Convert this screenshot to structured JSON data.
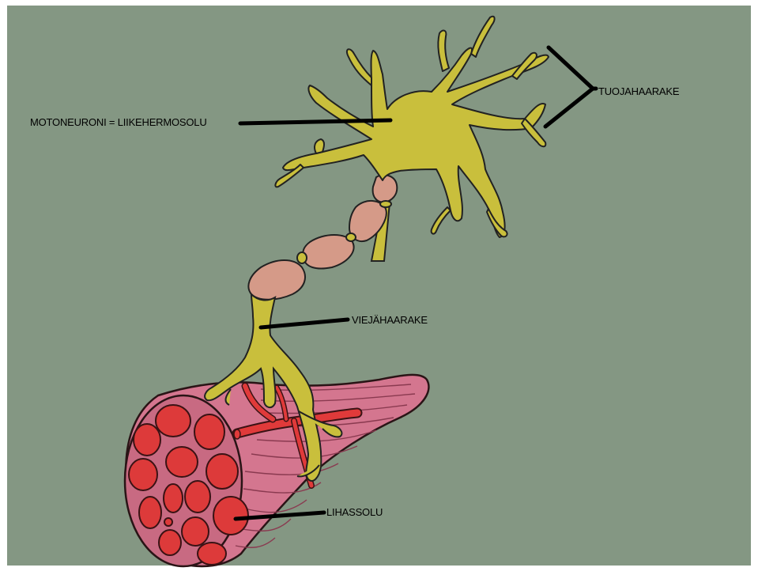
{
  "labels": {
    "motoneuron": "MOTONEURONI = LIIKEHERMOSOLU",
    "dendrites": "TUOJAHAARAKE",
    "axon": "VIEJÄHAARAKE",
    "muscle_cell": "LIHASSOLU"
  },
  "colors": {
    "background": "#849783",
    "neuron": "#c9bf3c",
    "myelin": "#d59a88",
    "muscle": "#d4768f",
    "muscle_fiber": "#dd3a3a",
    "blood_vessel": "#e03a3a",
    "leader_line": "#000000"
  }
}
